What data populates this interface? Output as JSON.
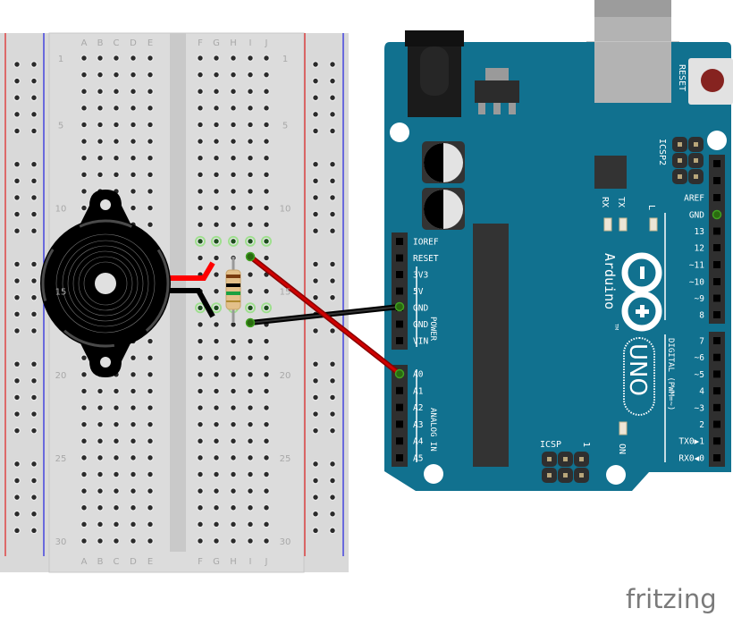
{
  "breadboard": {
    "columns_left": [
      "A",
      "B",
      "C",
      "D",
      "E"
    ],
    "columns_right": [
      "F",
      "G",
      "H",
      "I",
      "J"
    ],
    "row_numbers": [
      "1",
      "5",
      "10",
      "15",
      "20",
      "25",
      "30"
    ]
  },
  "arduino": {
    "brand": "Arduino",
    "trademark": "TM",
    "model": "UNO",
    "reset_label": "RESET",
    "icsp2_label": "ICSP2",
    "icsp_label": "ICSP",
    "icsp_pin1": "1",
    "led_rx": "RX",
    "led_tx": "TX",
    "led_l": "L",
    "led_on": "ON",
    "power_group": "POWER",
    "analog_group": "ANALOG IN",
    "digital_group": "DIGITAL (PWM=~)",
    "power_pins": [
      "IOREF",
      "RESET",
      "3V3",
      "5V",
      "GND",
      "GND",
      "VIN"
    ],
    "analog_pins": [
      "A0",
      "A1",
      "A2",
      "A3",
      "A4",
      "A5"
    ],
    "digital_pins_top": [
      "AREF",
      "GND",
      "13",
      "12",
      "~11",
      "~10",
      "~9",
      "8"
    ],
    "digital_pins_bottom": [
      "7",
      "~6",
      "~5",
      "4",
      "~3",
      "2",
      "TX0▶1",
      "RX0◀0"
    ]
  },
  "watermark": "fritzing",
  "colors": {
    "board": "#11718f",
    "wire_red": "#d00000",
    "wire_black": "#1a1a1a",
    "breadboard": "#d9d9d9"
  }
}
